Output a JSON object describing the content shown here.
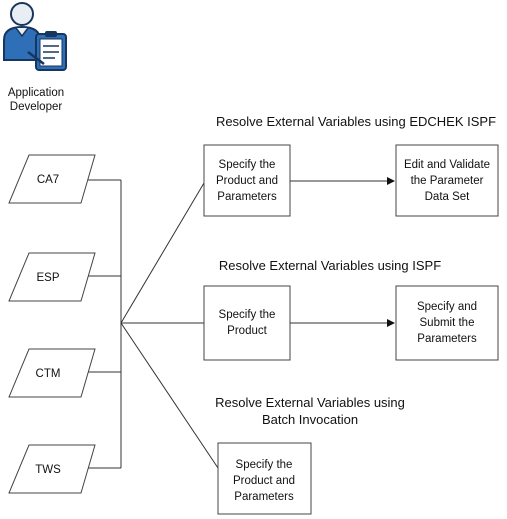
{
  "actor": {
    "icon": "application-developer-icon",
    "label_lines": [
      "Application",
      "Developer"
    ]
  },
  "schedulers": [
    {
      "label": "CA7"
    },
    {
      "label": "ESP"
    },
    {
      "label": "CTM"
    },
    {
      "label": "TWS"
    }
  ],
  "sections": [
    {
      "title_lines": [
        "Resolve External Variables using EDCHEK ISPF"
      ],
      "step1_lines": [
        "Specify the",
        "Product and",
        "Parameters"
      ],
      "step2_lines": [
        "Edit and Validate",
        "the Parameter",
        "Data Set"
      ]
    },
    {
      "title_lines": [
        "Resolve External Variables using ISPF"
      ],
      "step1_lines": [
        "Specify the",
        "Product"
      ],
      "step2_lines": [
        "Specify and",
        "Submit the",
        "Parameters"
      ]
    },
    {
      "title_lines": [
        "Resolve External Variables using",
        "Batch Invocation"
      ],
      "step1_lines": [
        "Specify the",
        "Product and",
        "Parameters"
      ]
    }
  ],
  "colors": {
    "icon_blue": "#2e6fb7",
    "icon_dark": "#17365d",
    "icon_skin": "#e9eef5",
    "line": "#333333",
    "arrow": "#111111"
  }
}
